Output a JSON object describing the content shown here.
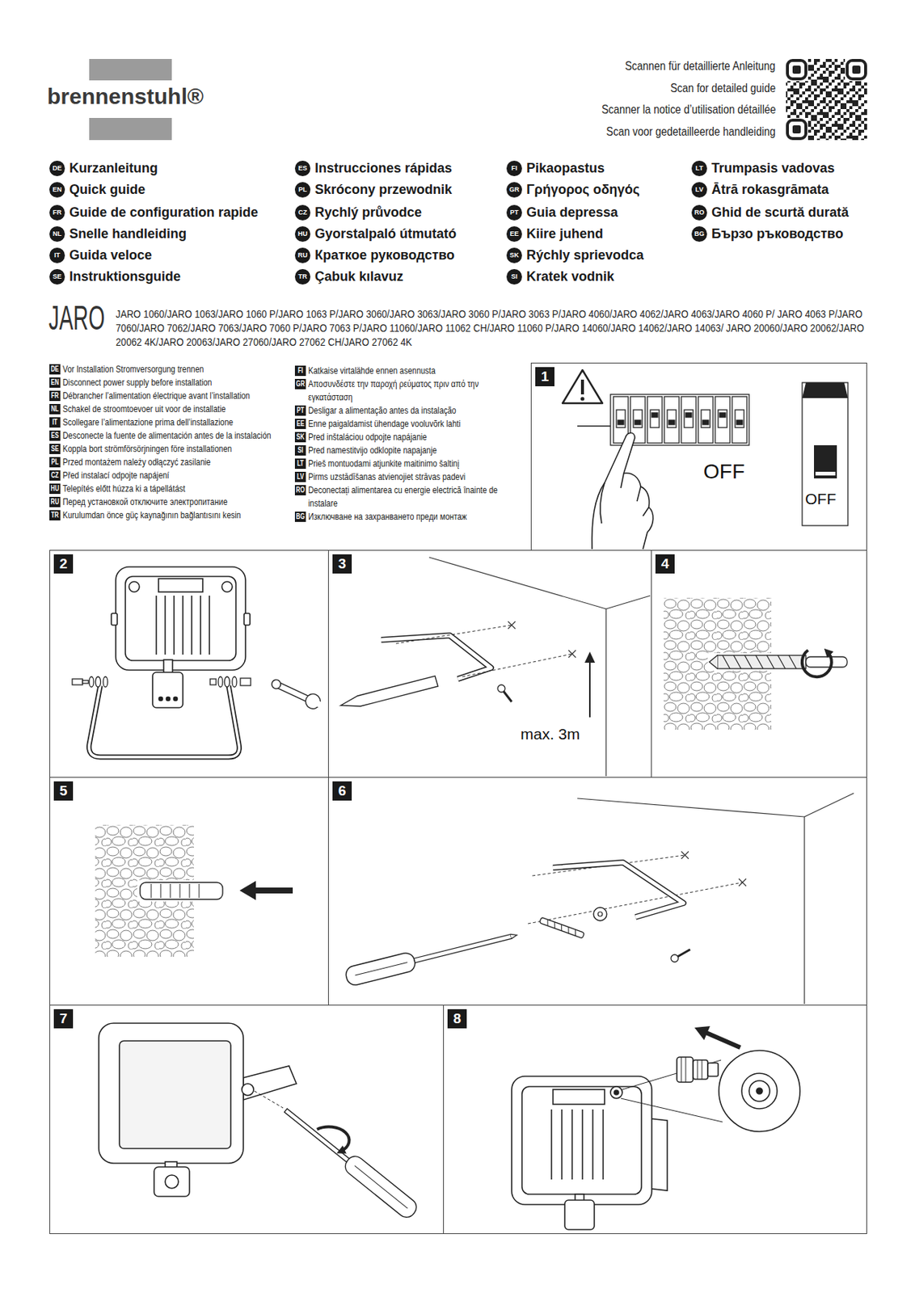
{
  "diagram": {
    "title": "JARO",
    "nodes": [
      {
        "text": [
          "1",
          "OFF",
          "OFF"
        ]
      },
      {
        "text": [
          "2"
        ]
      },
      {
        "text": [
          "3",
          "max. 3m"
        ]
      },
      {
        "text": [
          "4"
        ]
      },
      {
        "text": [
          "5"
        ]
      },
      {
        "text": [
          "6"
        ]
      },
      {
        "text": [
          "7"
        ]
      },
      {
        "text": [
          "8"
        ]
      }
    ],
    "labels": [
      "brennenstuhl®",
      "Scannen für detaillierte Anleitung",
      "Scan for detailed guide",
      "Scanner la notice d’utilisation détaillée",
      "Scan voor gedetailleerde handleiding",
      "DE",
      "Kurzanleitung",
      "EN",
      "Quick guide",
      "FR",
      "Guide de configuration rapide",
      "NL",
      "Snelle handleiding",
      "IT",
      "Guida veloce",
      "SE",
      "Instruktionsguide",
      "ES",
      "Instrucciones rápidas",
      "PL",
      "Skrócony przewodnik",
      "CZ",
      "Rychlý průvodce",
      "HU",
      "Gyorstalpaló útmutató",
      "RU",
      "Краткое руководство",
      "TR",
      "Çabuk kılavuz",
      "FI",
      "Pikaopastus",
      "GR",
      "Γρήγορος οδηγός",
      "PT",
      "Guia depressa",
      "EE",
      "Kiire juhend",
      "SK",
      "Rýchly sprievodca",
      "SI",
      "Kratek vodnik",
      "LT",
      "Trumpasis vadovas",
      "LV",
      "Ātrā rokasgrāmata",
      "RO",
      "Ghid de scurtă durată",
      "BG",
      "Бързо ръководство",
      "JARO 1060/JARO 1063/JARO 1060 P/JARO 1063 P/JARO 3060/JARO 3063/JARO 3060 P/JARO 3063 P/JARO 4060/JARO 4062/JARO 4063/JARO 4060 P/ JARO 4063 P/JARO 7060/JARO 7062/JARO 7063/JARO 7060 P/JARO 7063 P/JARO 11060/JARO 11062 CH/JARO 11060 P/JARO 14060/JARO 14062/JARO 14063/ JARO 20060/JARO 20062/JARO 20062 4K/JARO 20063/JARO 27060/JARO 27062 CH/JARO 27062 4K",
      "DE",
      "Vor Installation Stromversorgung trennen",
      "EN",
      "Disconnect power supply before installation",
      "FR",
      "Débrancher l’alimentation électrique avant l’installation",
      "NL",
      "Schakel de stroomtoevoer uit voor de installatie",
      "IT",
      "Scollegare l’alimentazione prima dell’installazione",
      "ES",
      "Desconecte la fuente de alimentación antes de la instalación",
      "SE",
      "Koppla bort strömförsörjningen före installationen",
      "PL",
      "Przed montażem należy odłączyć zasilanie",
      "CZ",
      "Před instalací odpojte napájení",
      "HU",
      "Telepítés előtt húzza ki a tápellátást",
      "RU",
      "Перед установкой отключите электропитание",
      "TR",
      "Kurulumdan önce güç kaynağının bağlantısını kesin",
      "FI",
      "Katkaise virtalähde ennen asennusta",
      "GR",
      "Αποσυνδέστε την παροχή ρεύματος πριν από την εγκατάσταση",
      "PT",
      "Desligar a alimentação antes da instalação",
      "EE",
      "Enne paigaldamist ühendage vooluvõrk lahti",
      "SK",
      "Pred inštaláciou odpojte napájanie",
      "SI",
      "Pred namestitvijo odklopite napajanje",
      "LT",
      "Prieš montuodami atjunkite maitinimo šaltinį",
      "LV",
      "Pirms uzstādīšanas atvienojiet strāvas padevi",
      "RO",
      "Deconectați alimentarea cu energie electrică înainte de instalare",
      "BG",
      "Изключване на захранването преди монтаж"
    ]
  }
}
